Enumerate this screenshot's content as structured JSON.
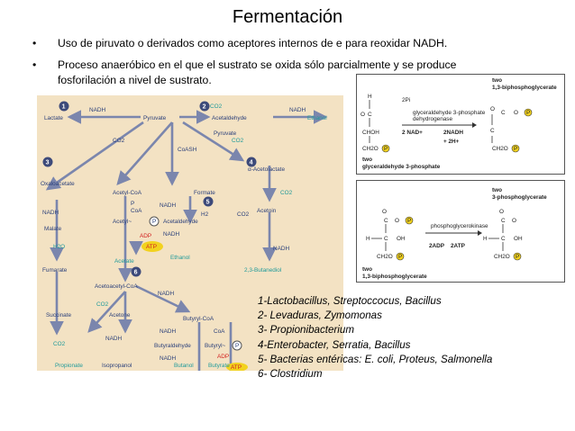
{
  "title": "Fermentación",
  "bullets": [
    "Uso de piruvato o derivados como aceptores internos de e para reoxidar NADH.",
    "Proceso anaeróbico en el que el sustrato se oxida sólo parcialmente y se produce",
    "fosforilación a nivel de sustrato."
  ],
  "bullet_mark": "•",
  "pathway": {
    "pyruvate": "Pyruvate",
    "lactate": "Lactate",
    "acetaldehyde": "Acetaldehyde",
    "ethanol": "Ethanol",
    "nadh": "NADH",
    "co2": "CO2",
    "coash": "CoASH",
    "oxaloacetate": "Oxaloacetate",
    "malate": "Malate",
    "h2o": "H2O",
    "fumarate": "Fumarate",
    "succinate": "Succinate",
    "propionate": "Propionate",
    "isopropanol": "Isopropanol",
    "acetone": "Acetone",
    "acetoacetyl_coa": "Acetoacetyl-CoA",
    "acetyl_coa": "Acetyl-CoA",
    "acetyl_p": "Acetyl~",
    "p": "P",
    "coa": "CoA",
    "acetaldehyde2": "Acetaldehyde",
    "adp": "ADP",
    "atp": "ATP",
    "acetate": "Acetate",
    "ethanol2": "Ethanol",
    "formate": "Formate",
    "h2": "H2",
    "acetolactate": "α-Acetolactate",
    "acetoin": "Acetoin",
    "butanediol": "2,3-Butanediol",
    "butyryl_coa": "Butyryl-CoA",
    "butyraldehyde": "Butyraldehyde",
    "butyryl_p": "Butyryl~",
    "butanol": "Butanol",
    "butyrate": "Butyrate",
    "numbers": [
      "1",
      "2",
      "3",
      "4",
      "5",
      "6"
    ]
  },
  "reaction1": {
    "top": "two",
    "top2": "1,3-biphosphoglycerate",
    "enzyme1": "glyceraldehyde 3-phosphate",
    "enzyme2": "dehydrogenase",
    "pi": "2Pi",
    "nad": "2 NAD+",
    "nadh": "2NADH",
    "h": "+ 2H+",
    "bottom": "two",
    "bottom2": "glyceraldehyde 3-phosphate",
    "atoms": {
      "h": "H",
      "c": "C",
      "o": "O",
      "choh": "CHOH",
      "ch2o": "CH2O",
      "p": "P"
    }
  },
  "reaction2": {
    "top": "two",
    "top2": "3-phosphoglycerate",
    "enzyme": "phosphoglycerokinase",
    "adp": "2ADP",
    "atp": "2ATP",
    "bottom": "two",
    "bottom2": "1,3-biphosphoglycerate",
    "atoms": {
      "h": "H",
      "c": "C",
      "o": "O",
      "oh": "OH",
      "ch2o": "CH2O",
      "p": "P"
    }
  },
  "legend": [
    "1-Lactobacillus, Streptoccocus, Bacillus",
    "2- Levaduras, Zymomonas",
    "3- Propionibacterium",
    "4-Enterobacter, Serratia, Bacillus",
    "5- Bacterias entéricas: E. coli, Proteus, Salmonella",
    "6- Clostridium"
  ],
  "colors": {
    "panel": "#f3e2c3",
    "arrow": "#7b86ad",
    "label": "#2a3f7a",
    "teal": "#1f9a9a",
    "red": "#d21e1e",
    "atp": "#f2d21e"
  }
}
